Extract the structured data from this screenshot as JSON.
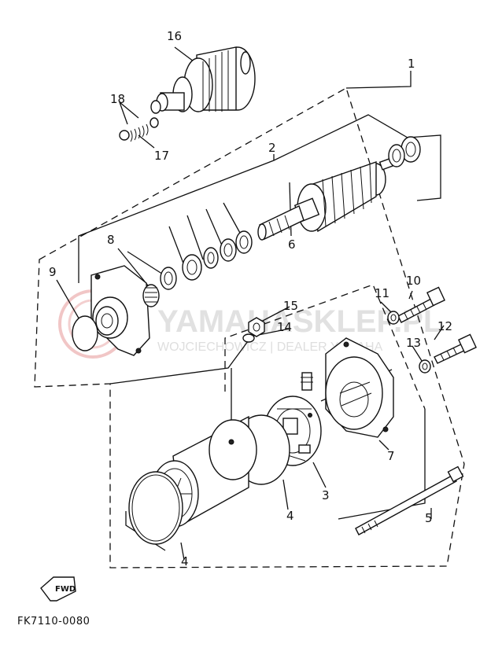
{
  "diagram": {
    "drawing_code": "FK7110-0080",
    "fwd_label": "FWD",
    "watermark": {
      "brand": "YAMAHASKLEP.PL",
      "dealer": "WOJCIECHOWICZ | DEALER YAMAHA"
    },
    "callouts": [
      {
        "id": "c1",
        "label": "1"
      },
      {
        "id": "c2",
        "label": "2"
      },
      {
        "id": "c3",
        "label": "3"
      },
      {
        "id": "c4a",
        "label": "4"
      },
      {
        "id": "c4b",
        "label": "4"
      },
      {
        "id": "c5",
        "label": "5"
      },
      {
        "id": "c6",
        "label": "6"
      },
      {
        "id": "c7",
        "label": "7"
      },
      {
        "id": "c8",
        "label": "8"
      },
      {
        "id": "c9",
        "label": "9"
      },
      {
        "id": "c10",
        "label": "10"
      },
      {
        "id": "c11",
        "label": "11"
      },
      {
        "id": "c12",
        "label": "12"
      },
      {
        "id": "c13",
        "label": "13"
      },
      {
        "id": "c14",
        "label": "14"
      },
      {
        "id": "c15",
        "label": "15"
      },
      {
        "id": "c16",
        "label": "16"
      },
      {
        "id": "c17",
        "label": "17"
      },
      {
        "id": "c18",
        "label": "18"
      }
    ],
    "colors": {
      "ink": "#111111",
      "watermark_gray": "#c9c9c9",
      "watermark_red": "#e8a0a0"
    }
  }
}
